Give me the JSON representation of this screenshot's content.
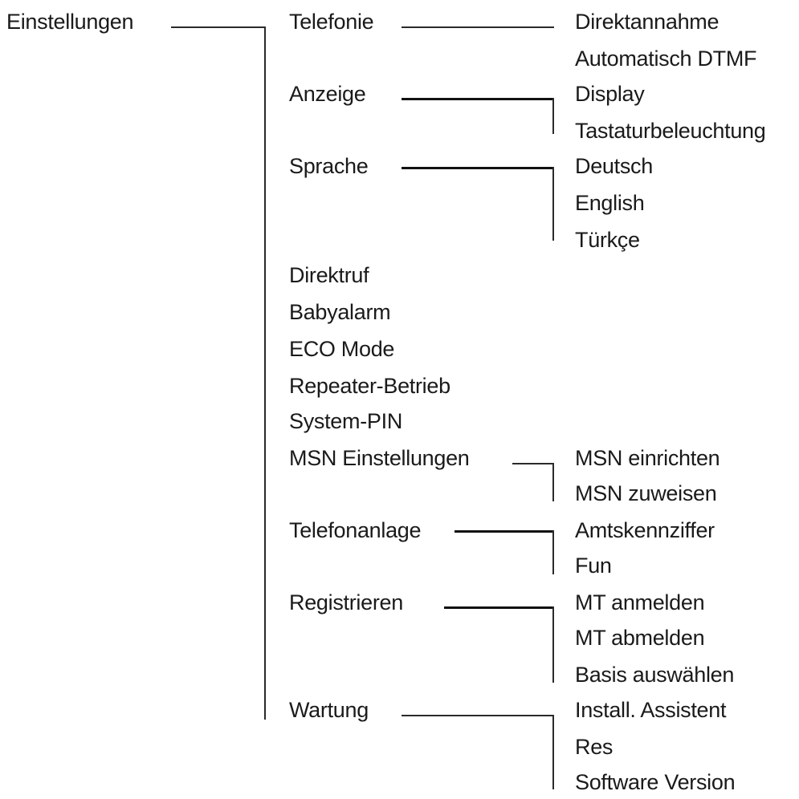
{
  "root": "Einstellungen",
  "level1": {
    "telefonie": "Telefonie",
    "anzeige": "Anzeige",
    "sprache": "Sprache",
    "direktruf": "Direktruf",
    "babyalarm": "Babyalarm",
    "eco_mode": "ECO Mode",
    "repeater": "Repeater-Betrieb",
    "system_pin": "System-PIN",
    "msn_einstellungen": "MSN Einstellungen",
    "telefonanlage": "Telefonanlage",
    "registrieren": "Registrieren",
    "wartung": "Wartung"
  },
  "level2": {
    "telefonie": [
      "Direktannahme",
      "Automatisch DTMF"
    ],
    "anzeige": [
      "Display",
      "Tastaturbeleuchtung"
    ],
    "sprache": [
      "Deutsch",
      "English",
      "Türkçe"
    ],
    "msn_einstellungen": [
      "MSN einrichten",
      "MSN zuweisen"
    ],
    "telefonanlage": [
      "Amtskennziffer",
      "Fun"
    ],
    "registrieren": [
      "MT anmelden",
      "MT abmelden",
      "Basis auswählen"
    ],
    "wartung": [
      "Install. Assistent",
      "Res",
      "Software Version"
    ]
  }
}
